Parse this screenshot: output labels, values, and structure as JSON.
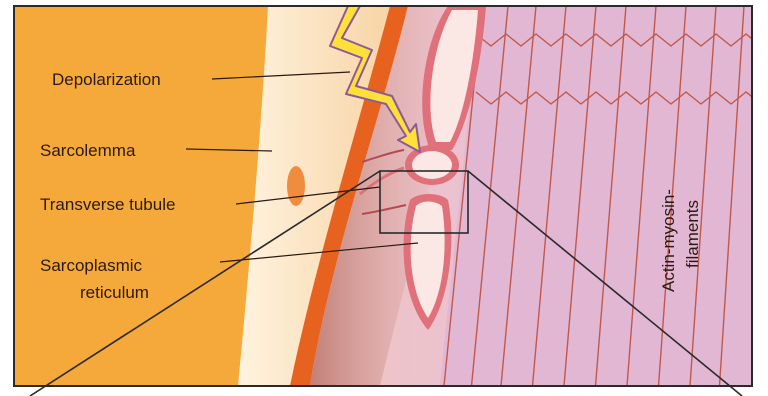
{
  "diagram": {
    "labels": {
      "depolarization": "Depolarization",
      "sarcolemma": "Sarcolemma",
      "transverse_tubule": "Transverse tubule",
      "sarcoplasmic_reticulum_line1": "Sarcoplasmic",
      "sarcoplasmic_reticulum_line2": "reticulum",
      "actin_myosin_line1": "Actin-myosin-",
      "actin_myosin_line2": "filaments"
    },
    "colors": {
      "cytoplasm": "#f6a93b",
      "membrane_light": "#fde6c4",
      "membrane_dark": "#e8621f",
      "sarcomere_bg": "#e9c2d8",
      "sarcomere_line": "#c0594a",
      "reticulum_fill": "#fbe7e3",
      "reticulum_edge": "#e0707a",
      "lightning_fill": "#ffe03a",
      "lightning_edge": "#8a5a9a",
      "frame": "#2a2a2a"
    }
  }
}
